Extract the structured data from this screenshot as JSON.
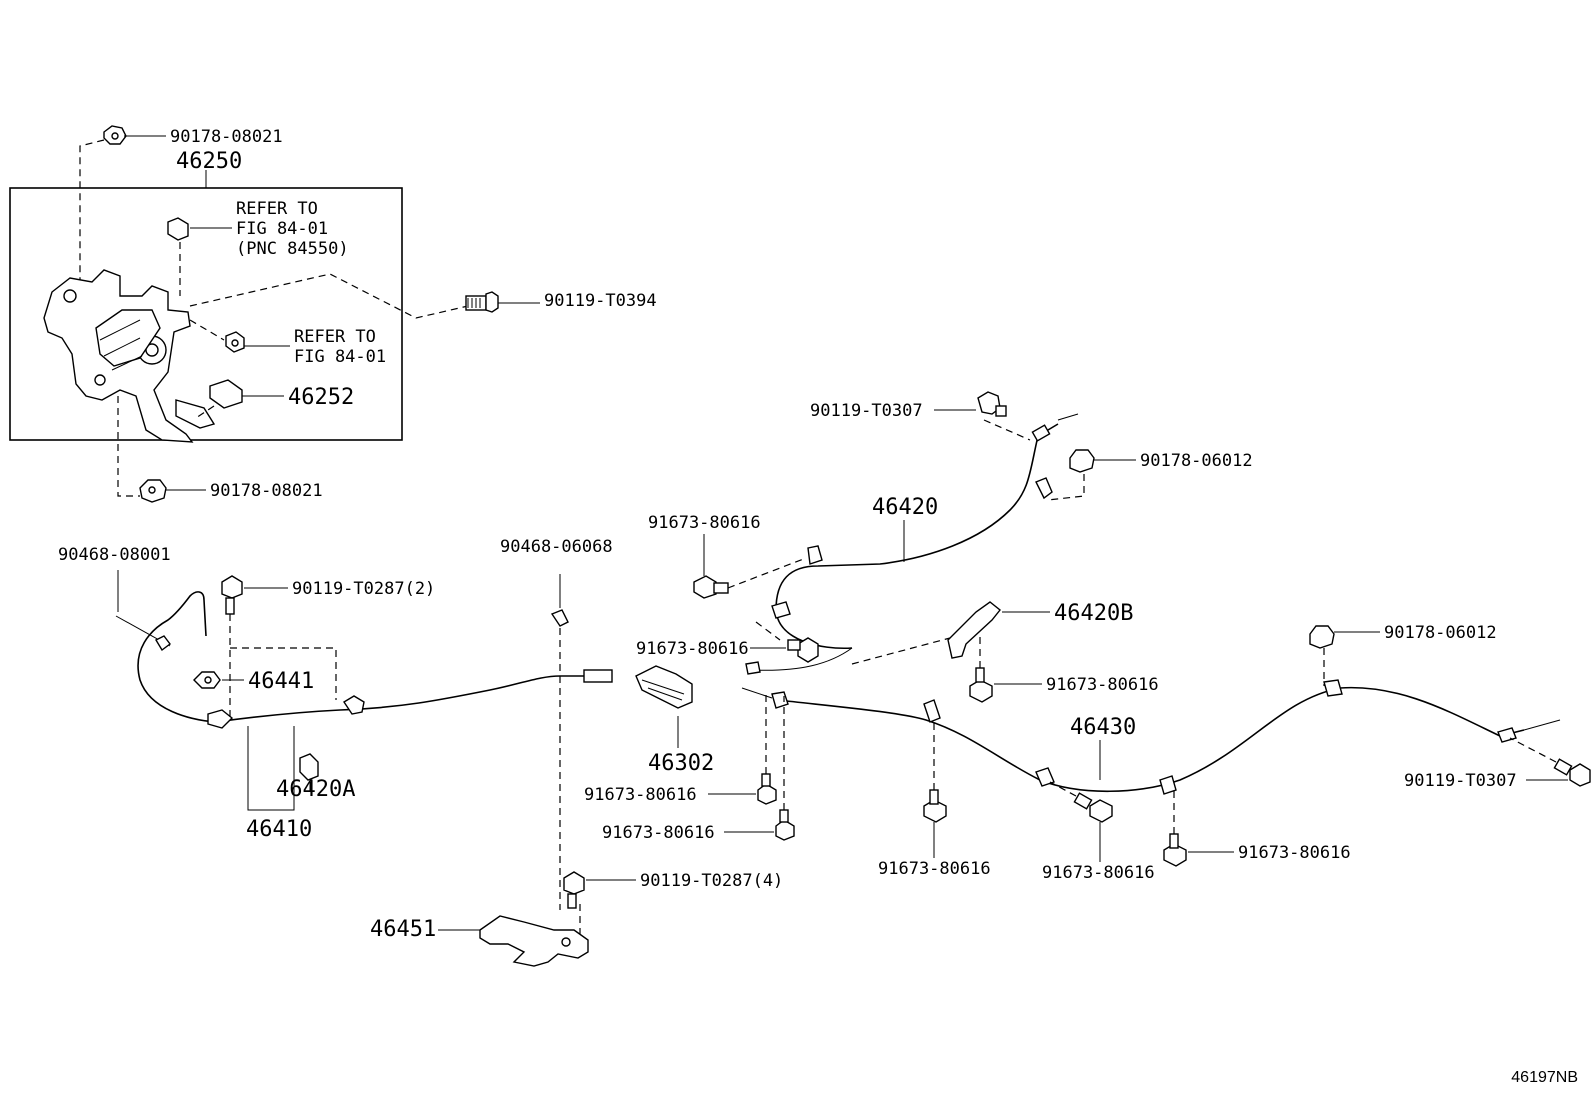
{
  "labels": {
    "l_90178_08021_top": "90178-08021",
    "l_46250": "46250",
    "l_refer1_a": "REFER TO",
    "l_refer1_b": "FIG 84-01",
    "l_refer1_c": "(PNC 84550)",
    "l_90119_t0394": "90119-T0394",
    "l_refer2_a": "REFER TO",
    "l_refer2_b": "FIG 84-01",
    "l_46252": "46252",
    "l_90178_08021_bot": "90178-08021",
    "l_90119_t0307_top": "90119-T0307",
    "l_90178_06012_top": "90178-06012",
    "l_46420": "46420",
    "l_91673_a": "91673-80616",
    "l_90468_08001": "90468-08001",
    "l_90119_t0287_2": "90119-T0287(2)",
    "l_90468_06068": "90468-06068",
    "l_46420b": "46420B",
    "l_91673_b": "91673-80616",
    "l_91673_c": "91673-80616",
    "l_46441": "46441",
    "l_90178_06012_right": "90178-06012",
    "l_46302": "46302",
    "l_46430": "46430",
    "l_46420a": "46420A",
    "l_91673_d": "91673-80616",
    "l_90119_t0307_right": "90119-T0307",
    "l_46410": "46410",
    "l_91673_e": "91673-80616",
    "l_91673_f": "91673-80616",
    "l_91673_g": "91673-80616",
    "l_91673_h": "91673-80616",
    "l_90119_t0287_4": "90119-T0287(4)",
    "l_46451": "46451"
  },
  "figure_code": "46197NB"
}
